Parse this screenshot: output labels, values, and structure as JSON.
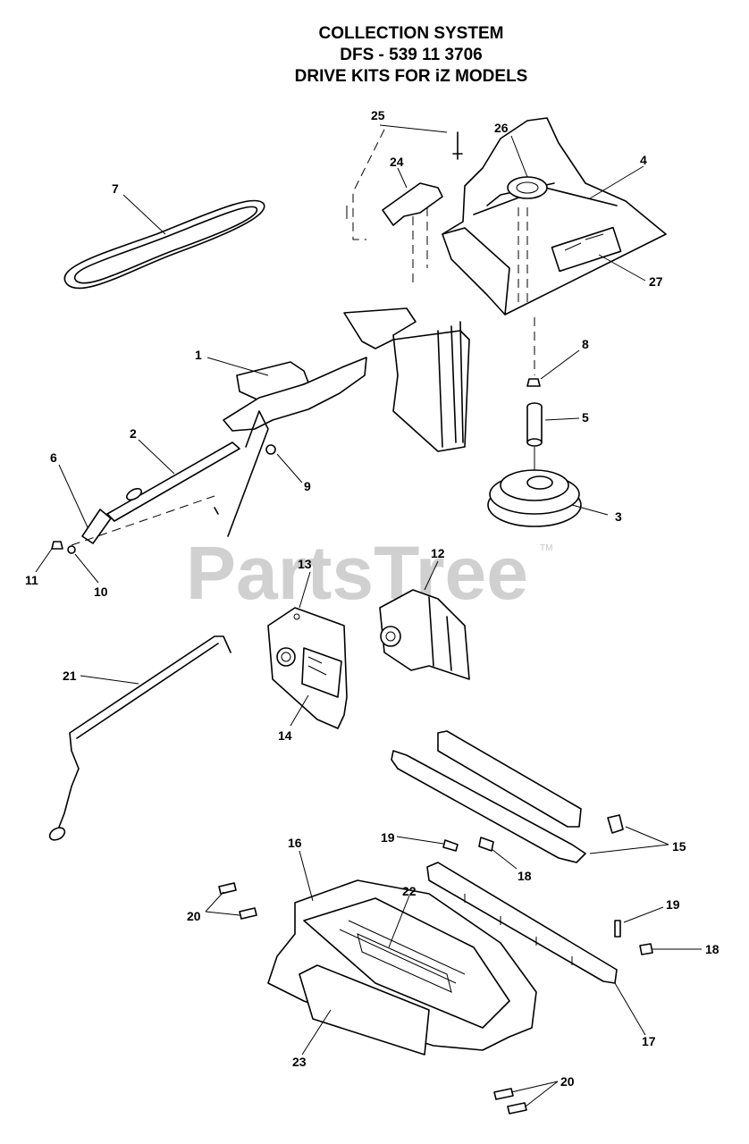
{
  "title": {
    "line1": "COLLECTION SYSTEM",
    "line2": "DFS - 539 11 3706",
    "line3": "DRIVE KITS FOR iZ MODELS"
  },
  "watermark": {
    "text": "PartsTree",
    "trademark": "TM"
  },
  "callouts": {
    "c1": "1",
    "c2": "2",
    "c3": "3",
    "c4": "4",
    "c5": "5",
    "c6": "6",
    "c7": "7",
    "c8": "8",
    "c9": "9",
    "c10": "10",
    "c11": "11",
    "c12": "12",
    "c13": "13",
    "c14": "14",
    "c15": "15",
    "c16": "16",
    "c17": "17",
    "c18a": "18",
    "c18b": "18",
    "c19a": "19",
    "c19b": "19",
    "c20a": "20",
    "c20b": "20",
    "c21": "21",
    "c22": "22",
    "c23": "23",
    "c24": "24",
    "c25": "25",
    "c26": "26",
    "c27": "27"
  }
}
